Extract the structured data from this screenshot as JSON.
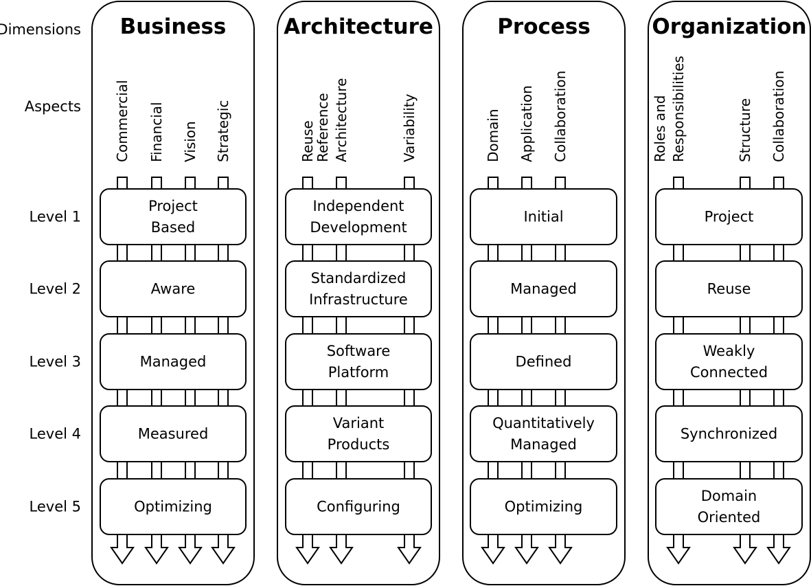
{
  "row_labels": {
    "dimensions": "Dimensions",
    "aspects": "Aspects",
    "levels": [
      "Level 1",
      "Level 2",
      "Level 3",
      "Level 4",
      "Level 5"
    ]
  },
  "dimensions": [
    {
      "title": "Business",
      "aspects": [
        [
          "Commercial"
        ],
        [
          "Financial"
        ],
        [
          "Vision"
        ],
        [
          "Strategic"
        ]
      ],
      "levels": [
        [
          "Project",
          "Based"
        ],
        [
          "Aware"
        ],
        [
          "Managed"
        ],
        [
          "Measured"
        ],
        [
          "Optimizing"
        ]
      ]
    },
    {
      "title": "Architecture",
      "aspects": [
        [
          "Reuse"
        ],
        [
          "Reference",
          "Architecture"
        ],
        [
          "Variability"
        ]
      ],
      "levels": [
        [
          "Independent",
          "Development"
        ],
        [
          "Standardized",
          "Infrastructure"
        ],
        [
          "Software",
          "Platform"
        ],
        [
          "Variant",
          "Products"
        ],
        [
          "Configuring"
        ]
      ]
    },
    {
      "title": "Process",
      "aspects": [
        [
          "Domain"
        ],
        [
          "Application"
        ],
        [
          "Collaboration"
        ]
      ],
      "levels": [
        [
          "Initial"
        ],
        [
          "Managed"
        ],
        [
          "Defined"
        ],
        [
          "Quantitatively",
          "Managed"
        ],
        [
          "Optimizing"
        ]
      ]
    },
    {
      "title": "Organization",
      "aspects": [
        [
          "Roles and",
          "Responsibilities"
        ],
        [
          "Structure"
        ],
        [
          "Collaboration"
        ]
      ],
      "levels": [
        [
          "Project"
        ],
        [
          "Reuse"
        ],
        [
          "Weakly",
          "Connected"
        ],
        [
          "Synchronized"
        ],
        [
          "Domain",
          "Oriented"
        ]
      ]
    }
  ]
}
